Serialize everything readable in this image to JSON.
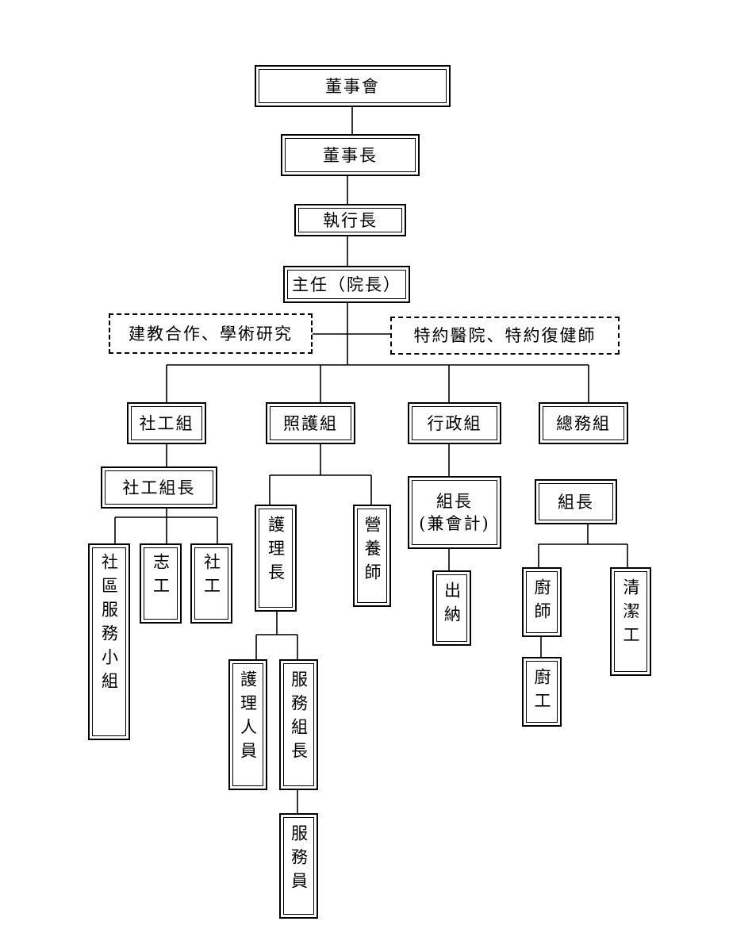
{
  "nodes": {
    "board": "董事會",
    "chairman": "董事長",
    "ceo": "執行長",
    "director": "主任（院長）",
    "cooperation": "建教合作、學術研究",
    "contract_hospital": "特約醫院、特約復健師",
    "social_work_group": "社工組",
    "care_group": "照護組",
    "admin_group": "行政組",
    "general_affairs_group": "總務組",
    "social_work_leader": "社工組長",
    "community_service": "社區服務小組",
    "volunteer": "志工",
    "social_worker": "社工",
    "head_nurse": "護理長",
    "dietitian": "營養師",
    "admin_leader": "組長\n(兼會計)",
    "cashier": "出納",
    "general_leader": "組長",
    "chef": "廚師",
    "cleaner": "清潔工",
    "kitchen_worker": "廚工",
    "nursing_staff": "護理人員",
    "service_leader": "服務組長",
    "service_staff": "服務員"
  }
}
